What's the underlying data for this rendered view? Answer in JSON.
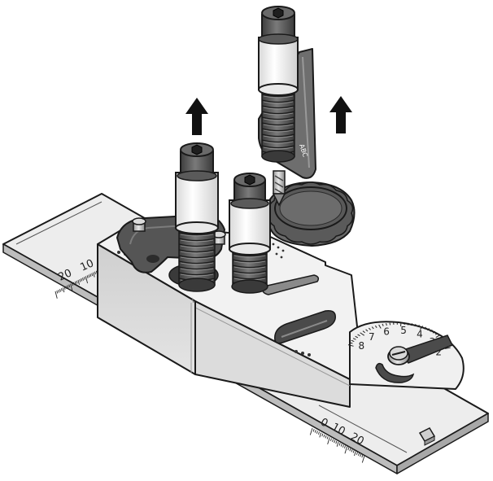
{
  "scales": {
    "left": [
      "20",
      "10"
    ],
    "front": [
      "0",
      "10",
      "20"
    ]
  },
  "abc_label": "ABC",
  "dial": {
    "numbers": [
      "8",
      "7",
      "6",
      "5",
      "4",
      "3",
      "2"
    ]
  },
  "colors": {
    "outline": "#1a1a1a",
    "plate": "#ececec",
    "body": "#e2e2e2",
    "dark_metal": "#505050",
    "white_sleeve": "#f8f8f8",
    "arrow": "#111111"
  },
  "icons": [
    "up-arrow-icon",
    "up-arrow-icon",
    "hex-socket-icon",
    "hex-socket-icon",
    "hex-socket-icon"
  ]
}
